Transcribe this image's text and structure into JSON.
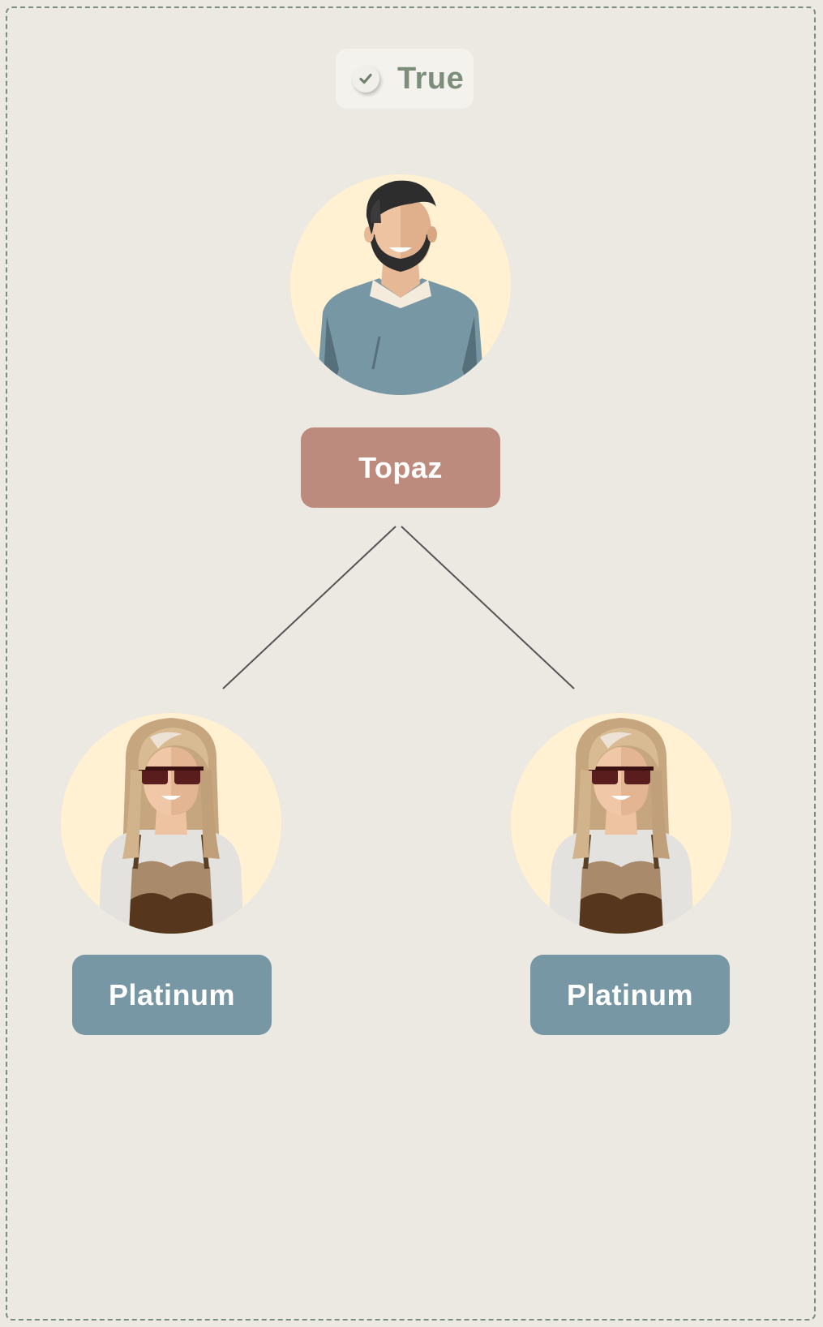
{
  "status": {
    "label": "True",
    "icon": "check-icon",
    "color": "#7c8d7c"
  },
  "tree": {
    "root": {
      "label": "Topaz",
      "color": "#bd8a7e",
      "avatar": "man-with-beard-avatar"
    },
    "children": [
      {
        "label": "Platinum",
        "color": "#7897a4",
        "avatar": "woman-with-sunglasses-avatar"
      },
      {
        "label": "Platinum",
        "color": "#7897a4",
        "avatar": "woman-with-sunglasses-avatar"
      }
    ]
  },
  "colors": {
    "background": "#ece9e2",
    "frame_border": "#7c8d7c",
    "avatar_background": "#fff1d1",
    "connector": "#555555"
  }
}
